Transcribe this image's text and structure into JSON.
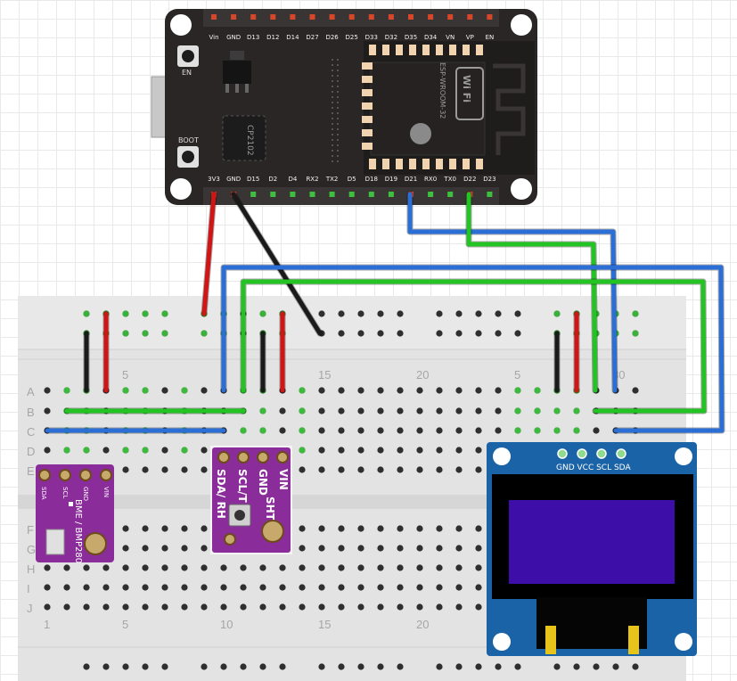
{
  "esp32": {
    "top_pins": [
      "Vin",
      "GND",
      "D13",
      "D12",
      "D14",
      "D27",
      "D26",
      "D25",
      "D33",
      "D32",
      "D35",
      "D34",
      "VN",
      "VP",
      "EN"
    ],
    "bottom_pins": [
      "3V3",
      "GND",
      "D15",
      "D2",
      "D4",
      "RX2",
      "TX2",
      "D5",
      "D18",
      "D19",
      "D21",
      "RX0",
      "TX0",
      "D22",
      "D23"
    ],
    "en_label": "EN",
    "boot_label": "BOOT",
    "usb_chip": "CP2102",
    "module_name": "ESP-WROOM-32",
    "wifi_logo": "Wi Fi"
  },
  "breadboard": {
    "rows": [
      "A",
      "B",
      "C",
      "D",
      "E",
      "F",
      "G",
      "H",
      "I",
      "J"
    ],
    "top_numbers": [
      {
        "n": "5",
        "c": 5
      },
      {
        "n": "15",
        "c": 15
      },
      {
        "n": "20",
        "c": 20
      },
      {
        "n": "5",
        "c": 25
      },
      {
        "n": "30",
        "c": 30
      }
    ],
    "bottom_numbers": [
      {
        "n": "1",
        "c": 1
      },
      {
        "n": "5",
        "c": 5
      },
      {
        "n": "10",
        "c": 10
      },
      {
        "n": "15",
        "c": 15
      },
      {
        "n": "20",
        "c": 20
      }
    ]
  },
  "bme280": {
    "pins": [
      "SDA",
      "SCL",
      "GND",
      "VIN"
    ],
    "title": "BME / BMP280"
  },
  "sht3x": {
    "pins": [
      "SDA/",
      "SCL/",
      "GND",
      "VIN"
    ],
    "label_left": "SDA/ RH",
    "label_mid": "SCL/T",
    "title": "SHT3X"
  },
  "oled": {
    "pins": [
      "GND",
      "VCC",
      "SCL",
      "SDA"
    ],
    "pins_text": "GND VCC SCL SDA"
  },
  "colors": {
    "red_wire": "#d11414",
    "black_wire": "#1a1a1a",
    "green_wire": "#22c322",
    "blue_wire": "#2b6fd6",
    "board": "#2a2626",
    "purple_module": "#8a2c9a",
    "oled_screen": "#3d0fa8"
  }
}
